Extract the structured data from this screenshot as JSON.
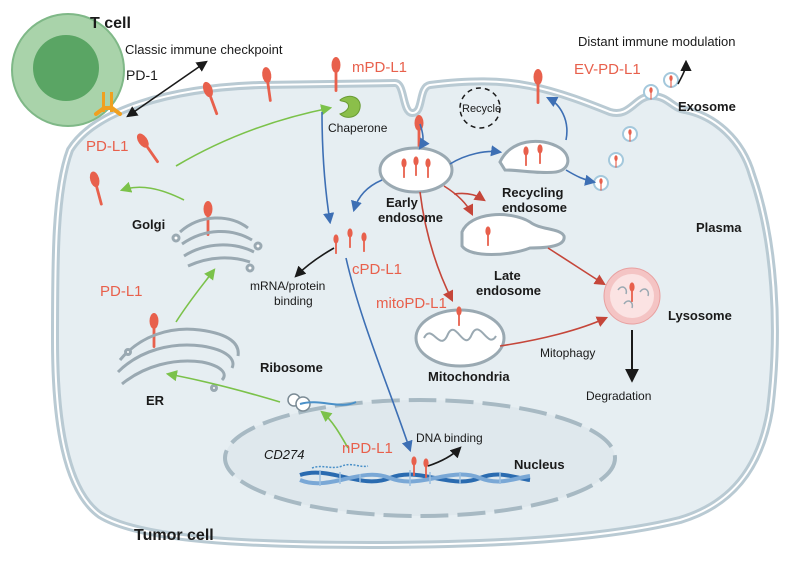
{
  "colors": {
    "cell_fill": "#e6eef2",
    "membrane": "#b9cad3",
    "tcell_outer": "#a9d3aa",
    "tcell_inner": "#5aa564",
    "pdl1_red": "#e8604c",
    "pd1_orange": "#f0a020",
    "chaperone_green": "#8bbf4a",
    "arrow_green": "#7bc24a",
    "arrow_blue": "#3d6fb4",
    "arrow_red": "#c5463a",
    "arrow_black": "#1a1a1a",
    "lysosome_pink": "#f4c4c4"
  },
  "labels": {
    "t_cell": "T cell",
    "classic_checkpoint": "Classic immune checkpoint",
    "pd1": "PD-1",
    "pdl1_surface": "PD-L1",
    "mpdl1": "mPD-L1",
    "chaperone": "Chaperone",
    "recycle": "Recycle",
    "distant_modulation": "Distant immune modulation",
    "ev_pdl1": "EV-PD-L1",
    "exosome": "Exosome",
    "early_endosome_1": "Early",
    "early_endosome_2": "endosome",
    "recycling_endosome_1": "Recycling",
    "recycling_endosome_2": "endosome",
    "plasma": "Plasma",
    "golgi": "Golgi",
    "cpdl1": "cPD-L1",
    "mrna_binding_1": "mRNA/protein",
    "mrna_binding_2": "binding",
    "late_endosome_1": "Late",
    "late_endosome_2": "endosome",
    "pdl1_cytoplasm": "PD-L1",
    "mitopdl1": "mitoPD-L1",
    "lysosome": "Lysosome",
    "mitophagy": "Mitophagy",
    "mitochondria": "Mitochondria",
    "ribosome": "Ribosome",
    "er": "ER",
    "degradation": "Degradation",
    "npdl1": "nPD-L1",
    "dna_binding": "DNA binding",
    "cd274": "CD274",
    "nucleus": "Nucleus",
    "tumor_cell": "Tumor cell"
  }
}
